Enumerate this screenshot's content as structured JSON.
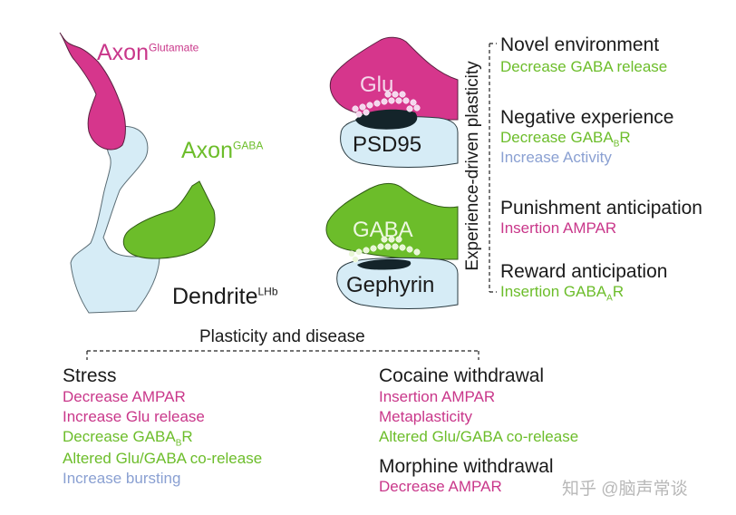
{
  "colors": {
    "magenta": "#d6368c",
    "green": "#6cbd2a",
    "lightblue": "#d6ecf6",
    "dark": "#14242a",
    "lavender": "#8aa0d2"
  },
  "left_diagram": {
    "axon_glutamate": {
      "base": "Axon",
      "super": "Glutamate"
    },
    "axon_gaba": {
      "base": "Axon",
      "super": "GABA"
    },
    "dendrite": {
      "base": "Dendrite",
      "super": "LHb"
    }
  },
  "synapses": {
    "glu_label": "Glu",
    "psd95_label": "PSD95",
    "gaba_label": "GABA",
    "gephyrin_label": "Gephyrin"
  },
  "experience": {
    "axis_label": "Experience-driven plasticity",
    "items": [
      {
        "title": "Novel environment",
        "effects": [
          {
            "text": "Decrease GABA release",
            "color": "green"
          }
        ]
      },
      {
        "title": "Negative experience",
        "effects": [
          {
            "pre": "Decrease GABA",
            "sub": "B",
            "post": "R",
            "color": "green"
          },
          {
            "text": "Increase Activity",
            "color": "lavender"
          }
        ]
      },
      {
        "title": "Punishment anticipation",
        "effects": [
          {
            "text": "Insertion AMPAR",
            "color": "magenta"
          }
        ]
      },
      {
        "title": "Reward anticipation",
        "effects": [
          {
            "pre": "Insertion GABA",
            "sub": "A",
            "post": "R",
            "color": "green"
          }
        ]
      }
    ]
  },
  "disease": {
    "header": "Plasticity and disease",
    "stress": {
      "title": "Stress",
      "effects": [
        {
          "text": "Decrease AMPAR",
          "color": "magenta"
        },
        {
          "text": "Increase Glu release",
          "color": "magenta"
        },
        {
          "pre": "Decrease GABA",
          "sub": "B",
          "post": "R",
          "color": "green"
        },
        {
          "text": "Altered Glu/GABA co-release",
          "color": "green"
        },
        {
          "text": "Increase bursting",
          "color": "lavender"
        }
      ]
    },
    "cocaine": {
      "title": "Cocaine withdrawal",
      "effects": [
        {
          "text": "Insertion AMPAR",
          "color": "magenta"
        },
        {
          "text": "Metaplasticity",
          "color": "magenta"
        },
        {
          "text": "Altered Glu/GABA co-release",
          "color": "green"
        }
      ]
    },
    "morphine": {
      "title": "Morphine withdrawal",
      "effects": [
        {
          "text": "Decrease AMPAR",
          "color": "magenta"
        }
      ]
    }
  },
  "watermark": "知乎 @脑声常谈"
}
